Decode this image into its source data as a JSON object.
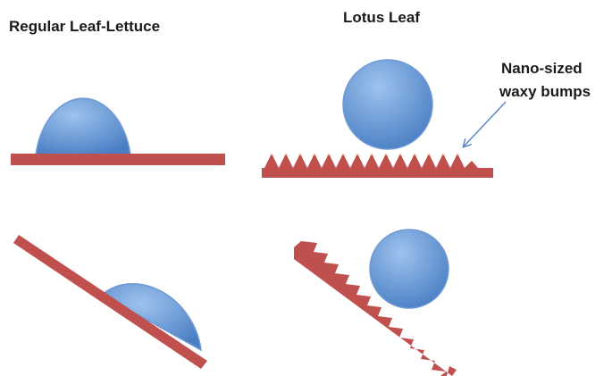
{
  "labels": {
    "regular": "Regular Leaf-Lettuce",
    "lotus": "Lotus Leaf",
    "annotation_line1": "Nano-sized",
    "annotation_line2": "waxy bumps"
  },
  "colors": {
    "leaf": "#c0504d",
    "droplet_light": "#9dc3ee",
    "droplet_dark": "#4a7ec4",
    "droplet_stroke": "#6f9ad3",
    "arrow": "#5b87c5"
  },
  "panels": [
    {
      "leaf": "regular",
      "orientation": "flat"
    },
    {
      "leaf": "lotus",
      "orientation": "flat"
    },
    {
      "leaf": "regular",
      "orientation": "tilted"
    },
    {
      "leaf": "lotus",
      "orientation": "tilted"
    }
  ]
}
